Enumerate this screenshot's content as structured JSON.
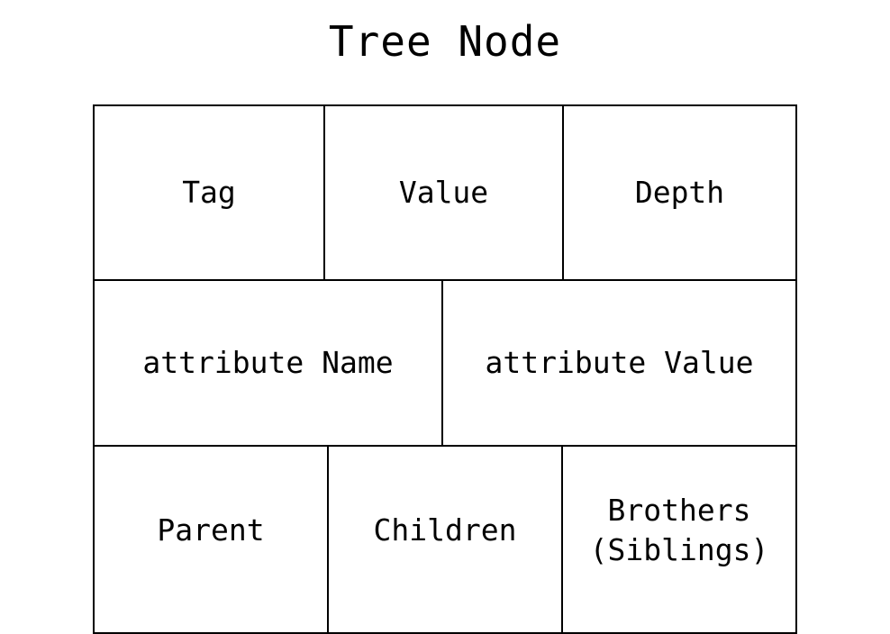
{
  "title": "Tree Node",
  "fields": {
    "tag": "Tag",
    "value": "Value",
    "depth": "Depth",
    "attribute_name": "attribute Name",
    "attribute_value": "attribute Value",
    "parent": "Parent",
    "children": "Children",
    "brothers": "Brothers\n(Siblings)"
  },
  "colors": {
    "background": "#ffffff",
    "stroke": "#000000",
    "text": "#000000"
  }
}
